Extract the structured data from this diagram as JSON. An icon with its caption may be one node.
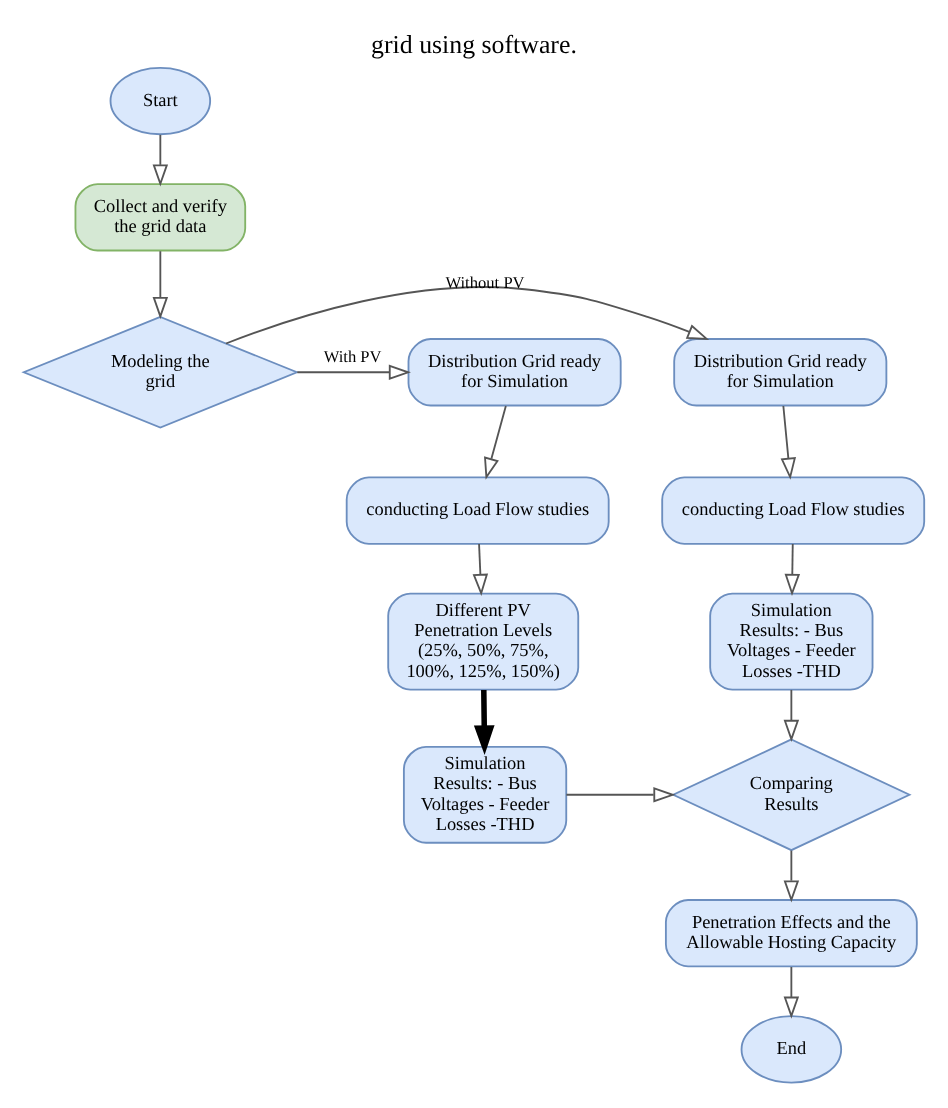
{
  "diagram": {
    "title": "grid using software.",
    "nodes": [
      {
        "text": [
          "Start"
        ]
      },
      {
        "text": [
          "Collect and verify the grid data"
        ]
      },
      {
        "text": [
          "Modeling the grid"
        ]
      },
      {
        "text": [
          "Distribution Grid ready for Simulation"
        ]
      },
      {
        "text": [
          "conducting Load Flow studies"
        ]
      },
      {
        "text": [
          "Simulation Results: - Bus Voltages - Feeder Losses -THD"
        ]
      },
      {
        "text": [
          "Distribution Grid ready for Simulation"
        ]
      },
      {
        "text": [
          "conducting Load Flow studies"
        ]
      },
      {
        "text": [
          "Different PV Penetration Levels (25%, 50%, 75%, 100%, 125%, 150%)"
        ]
      },
      {
        "text": [
          "Simulation Results: - Bus Voltages - Feeder Losses -THD"
        ]
      },
      {
        "text": [
          "Comparing Results"
        ]
      },
      {
        "text": [
          "Penetration Effects and the Allowable Hosting Capacity"
        ]
      },
      {
        "text": [
          "End"
        ]
      }
    ],
    "edges": [
      {
        "from": 0,
        "to": 1,
        "arrow": "to"
      },
      {
        "from": 1,
        "to": 2,
        "arrow": "to"
      },
      {
        "from": 2,
        "to": 3,
        "arrow": "to",
        "label": "Without PV"
      },
      {
        "from": 2,
        "to": 6,
        "arrow": "to",
        "label": "With PV"
      },
      {
        "from": 3,
        "to": 4,
        "arrow": "to"
      },
      {
        "from": 4,
        "to": 5,
        "arrow": "to"
      },
      {
        "from": 6,
        "to": 7,
        "arrow": "to"
      },
      {
        "from": 7,
        "to": 8,
        "arrow": "to"
      },
      {
        "from": 8,
        "to": 9,
        "arrow": "to",
        "style": "thick",
        "color": "#000000"
      },
      {
        "from": 5,
        "to": 10,
        "arrow": "to"
      },
      {
        "from": 9,
        "to": 10,
        "arrow": "to"
      },
      {
        "from": 10,
        "to": 11,
        "arrow": "to"
      },
      {
        "from": 11,
        "to": 12,
        "arrow": "to"
      }
    ]
  }
}
